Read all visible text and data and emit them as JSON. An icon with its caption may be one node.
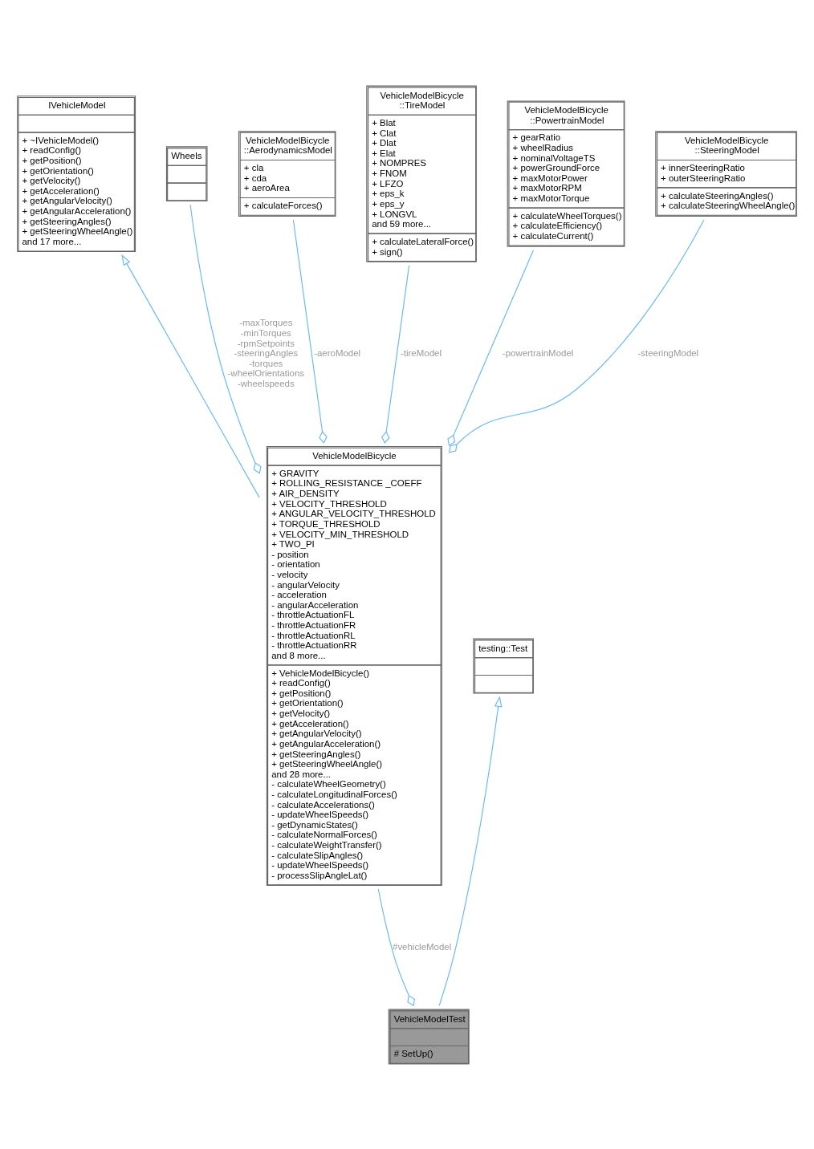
{
  "diagram": {
    "nodes": [
      {
        "text": [
          "IVehicleModel",
          "+ ~IVehicleModel()",
          "+ readConfig()",
          "+ getPosition()",
          "+ getOrientation()",
          "+ getVelocity()",
          "+ getAcceleration()",
          "+ getAngularVelocity()",
          "+ getAngularAcceleration()",
          "+ getSteeringAngles()",
          "+ getSteeringWheelAngle()",
          "and 17 more..."
        ]
      },
      {
        "text": [
          "Wheels"
        ]
      },
      {
        "text": [
          "VehicleModelBicycle ::AerodynamicsModel",
          "+ cla",
          "+ cda",
          "+ aeroArea",
          "+ calculateForces()"
        ]
      },
      {
        "text": [
          "VehicleModelBicycle ::TireModel",
          "+ Blat",
          "+ Clat",
          "+ Dlat",
          "+ Elat",
          "+ NOMPRES",
          "+ FNOM",
          "+ LFZO",
          "+ eps_k",
          "+ eps_y",
          "+ LONGVL",
          "and 59 more...",
          "+ calculateLateralForce()",
          "+ sign()"
        ]
      },
      {
        "text": [
          "VehicleModelBicycle ::PowertrainModel",
          "+ gearRatio",
          "+ wheelRadius",
          "+ nominalVoltageTS",
          "+ powerGroundForce",
          "+ maxMotorPower",
          "+ maxMotorRPM",
          "+ maxMotorTorque",
          "+ calculateWheelTorques()",
          "+ calculateEfficiency()",
          "+ calculateCurrent()"
        ]
      },
      {
        "text": [
          "VehicleModelBicycle ::SteeringModel",
          "+ innerSteeringRatio",
          "+ outerSteeringRatio",
          "+ calculateSteeringAngles()",
          "+ calculateSteeringWheelAngle()"
        ]
      },
      {
        "text": [
          "VehicleModelBicycle",
          "+ GRAVITY",
          "+ ROLLING_RESISTANCE _COEFF",
          "+ AIR_DENSITY",
          "+ VELOCITY_THRESHOLD",
          "+ ANGULAR_VELOCITY_THRESHOLD",
          "+ TORQUE_THRESHOLD",
          "+ VELOCITY_MIN_THRESHOLD",
          "+ TWO_PI",
          "- position",
          "- orientation",
          "- velocity",
          "- angularVelocity",
          "- acceleration",
          "- angularAcceleration",
          "- throttleActuationFL",
          "- throttleActuationFR",
          "- throttleActuationRL",
          "- throttleActuationRR",
          "and 8 more...",
          "+ VehicleModelBicycle()",
          "+ readConfig()",
          "+ getPosition()",
          "+ getOrientation()",
          "+ getVelocity()",
          "+ getAcceleration()",
          "+ getAngularVelocity()",
          "+ getAngularAcceleration()",
          "+ getSteeringAngles()",
          "+ getSteeringWheelAngle()",
          "and 28 more...",
          "- calculateWheelGeometry()",
          "- calculateLongitudinalForces()",
          "- calculateAccelerations()",
          "- updateWheelSpeeds()",
          "- getDynamicStates()",
          "- calculateNormalForces()",
          "- calculateWeightTransfer()",
          "- calculateSlipAngles()",
          "- updateWheelSpeeds()",
          "- processSlipAngleLat()"
        ]
      },
      {
        "text": [
          "testing::Test"
        ]
      },
      {
        "text": [
          "VehicleModelTest",
          "# SetUp()"
        ]
      }
    ],
    "edges": [
      {
        "from": 6,
        "to": 0,
        "arrow": "to"
      },
      {
        "from": 1,
        "to": 6,
        "arrow": "other",
        "label": "-maxTorques -minTorques -rpmSetpoints -steeringAngles -torques -wheelOrientations -wheelspeeds"
      },
      {
        "from": 2,
        "to": 6,
        "arrow": "other",
        "label": "-aeroModel"
      },
      {
        "from": 3,
        "to": 6,
        "arrow": "other",
        "label": "-tireModel"
      },
      {
        "from": 4,
        "to": 6,
        "arrow": "other",
        "label": "-powertrainModel"
      },
      {
        "from": 5,
        "to": 6,
        "arrow": "other",
        "label": "-steeringModel"
      },
      {
        "from": 8,
        "to": 7,
        "arrow": "to"
      },
      {
        "from": 6,
        "to": 8,
        "arrow": "other",
        "label": "#vehicleModel"
      }
    ]
  }
}
